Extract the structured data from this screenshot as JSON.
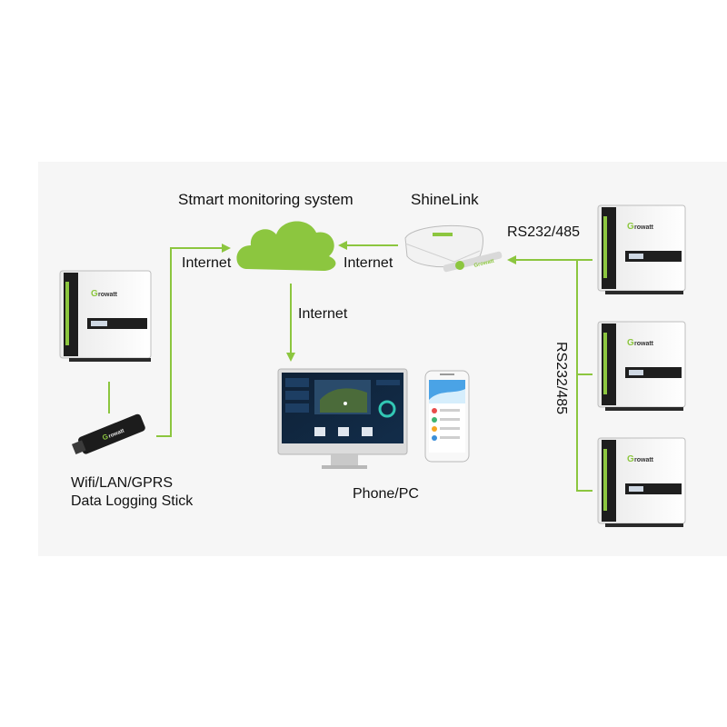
{
  "labels": {
    "system": "Stmart monitoring system",
    "shinelink": "ShineLink",
    "rs_top": "RS232/485",
    "rs_vertical": "RS232/485",
    "internet_left": "Internet",
    "internet_right": "Internet",
    "internet_down": "Internet",
    "stick_line1": "Wifi/LAN/GPRS",
    "stick_line2": "Data Logging Stick",
    "phone_pc": "Phone/PC"
  },
  "brand": {
    "logo_text": "Growatt",
    "accent": "#8cc63f",
    "dark": "#1f1f1f"
  },
  "icons": [
    "cloud-icon",
    "inverter-icon",
    "router-icon",
    "usb-stick-icon",
    "monitor-icon",
    "phone-icon"
  ]
}
